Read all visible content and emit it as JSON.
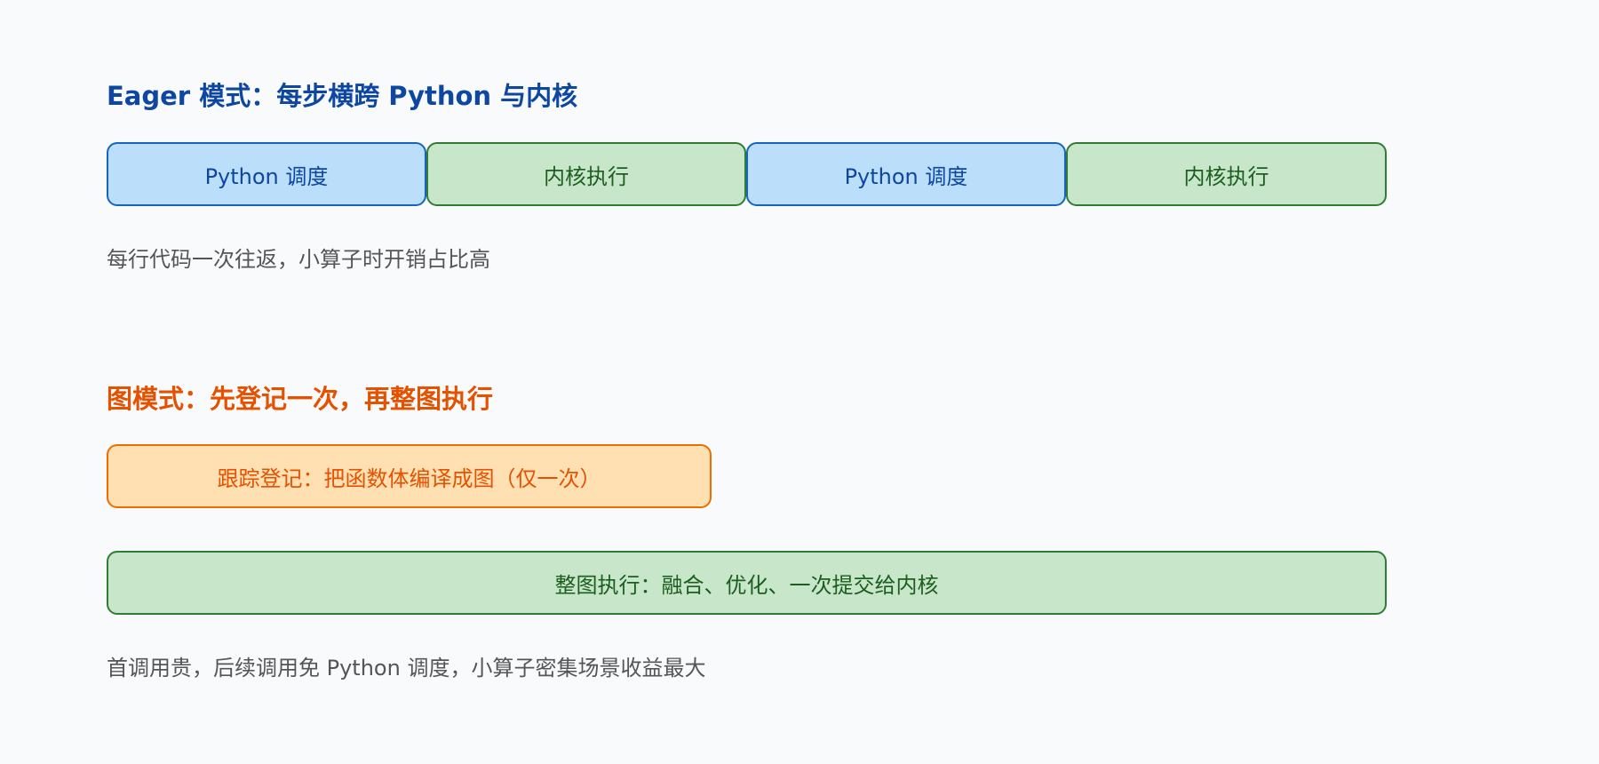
{
  "eager_section": {
    "title": "Eager 模式：每步横跨 Python 与内核",
    "steps": [
      {
        "label": "Python 调度",
        "kind": "python"
      },
      {
        "label": "内核执行",
        "kind": "kernel"
      },
      {
        "label": "Python 调度",
        "kind": "python"
      },
      {
        "label": "内核执行",
        "kind": "kernel"
      }
    ],
    "note": "每行代码一次往返，小算子时开销占比高"
  },
  "graph_section": {
    "title": "图模式：先登记一次，再整图执行",
    "trace_step": "跟踪登记：把函数体编译成图（仅一次）",
    "execute_step": "整图执行：融合、优化、一次提交给内核",
    "note": "首调用贵，后续调用免 Python 调度，小算子密集场景收益最大"
  },
  "colors": {
    "python_fill": "#bbdefb",
    "python_stroke": "#1565c0",
    "kernel_fill": "#c8e6c9",
    "kernel_stroke": "#2e7d32",
    "trace_fill": "#ffe0b2",
    "trace_stroke": "#ef6c00",
    "eager_title": "#0d47a1",
    "graph_title": "#e65100"
  }
}
